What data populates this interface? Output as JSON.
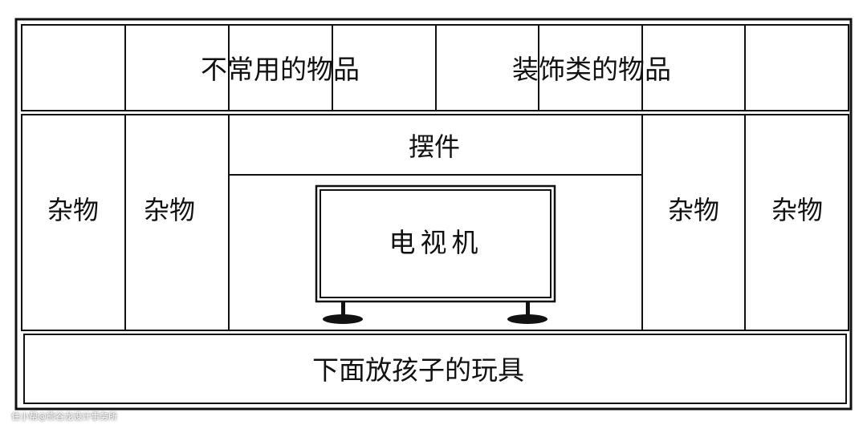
{
  "top_row": {
    "left_label": "不常用的物品",
    "right_label": "装饰类的物品"
  },
  "middle_row": {
    "left_outer": "杂物",
    "left_inner": "杂物",
    "ornament_shelf": "摆件",
    "tv": "电视机",
    "right_inner": "杂物",
    "right_outer": "杂物"
  },
  "bottom_row": {
    "label": "下面放孩子的玩具"
  },
  "watermark": "住小帮@熊谷龙设计事务所"
}
